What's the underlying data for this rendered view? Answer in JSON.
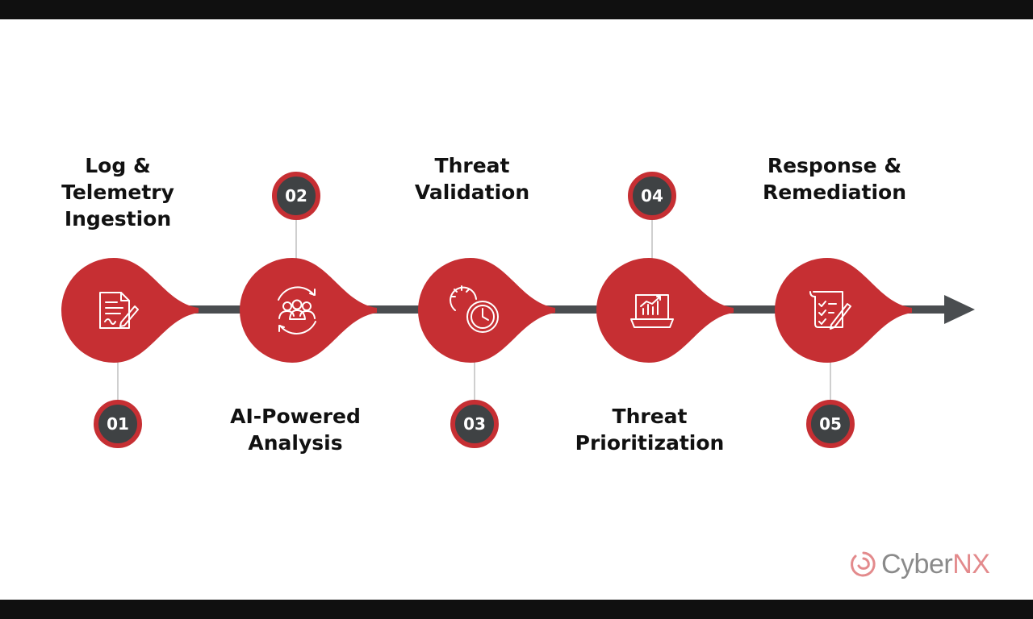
{
  "steps": [
    {
      "number": "01",
      "label": "Log &\nTelemetry\nIngestion",
      "icon": "document-edit-icon"
    },
    {
      "number": "02",
      "label": "AI-Powered\nAnalysis",
      "icon": "team-sync-icon"
    },
    {
      "number": "03",
      "label": "Threat\nValidation",
      "icon": "gear-clock-icon"
    },
    {
      "number": "04",
      "label": "Threat\nPrioritization",
      "icon": "laptop-chart-icon"
    },
    {
      "number": "05",
      "label": "Response &\nRemediation",
      "icon": "checklist-pen-icon"
    }
  ],
  "brand": {
    "part1": "Cyber",
    "part2": "NX",
    "logo_icon": "swirl-logo-icon"
  },
  "colors": {
    "accent": "#c62f33",
    "dark": "#3f4244",
    "connector": "#4a4d50",
    "brand_gray": "#8a8a8a",
    "brand_red": "#e38a8c"
  }
}
